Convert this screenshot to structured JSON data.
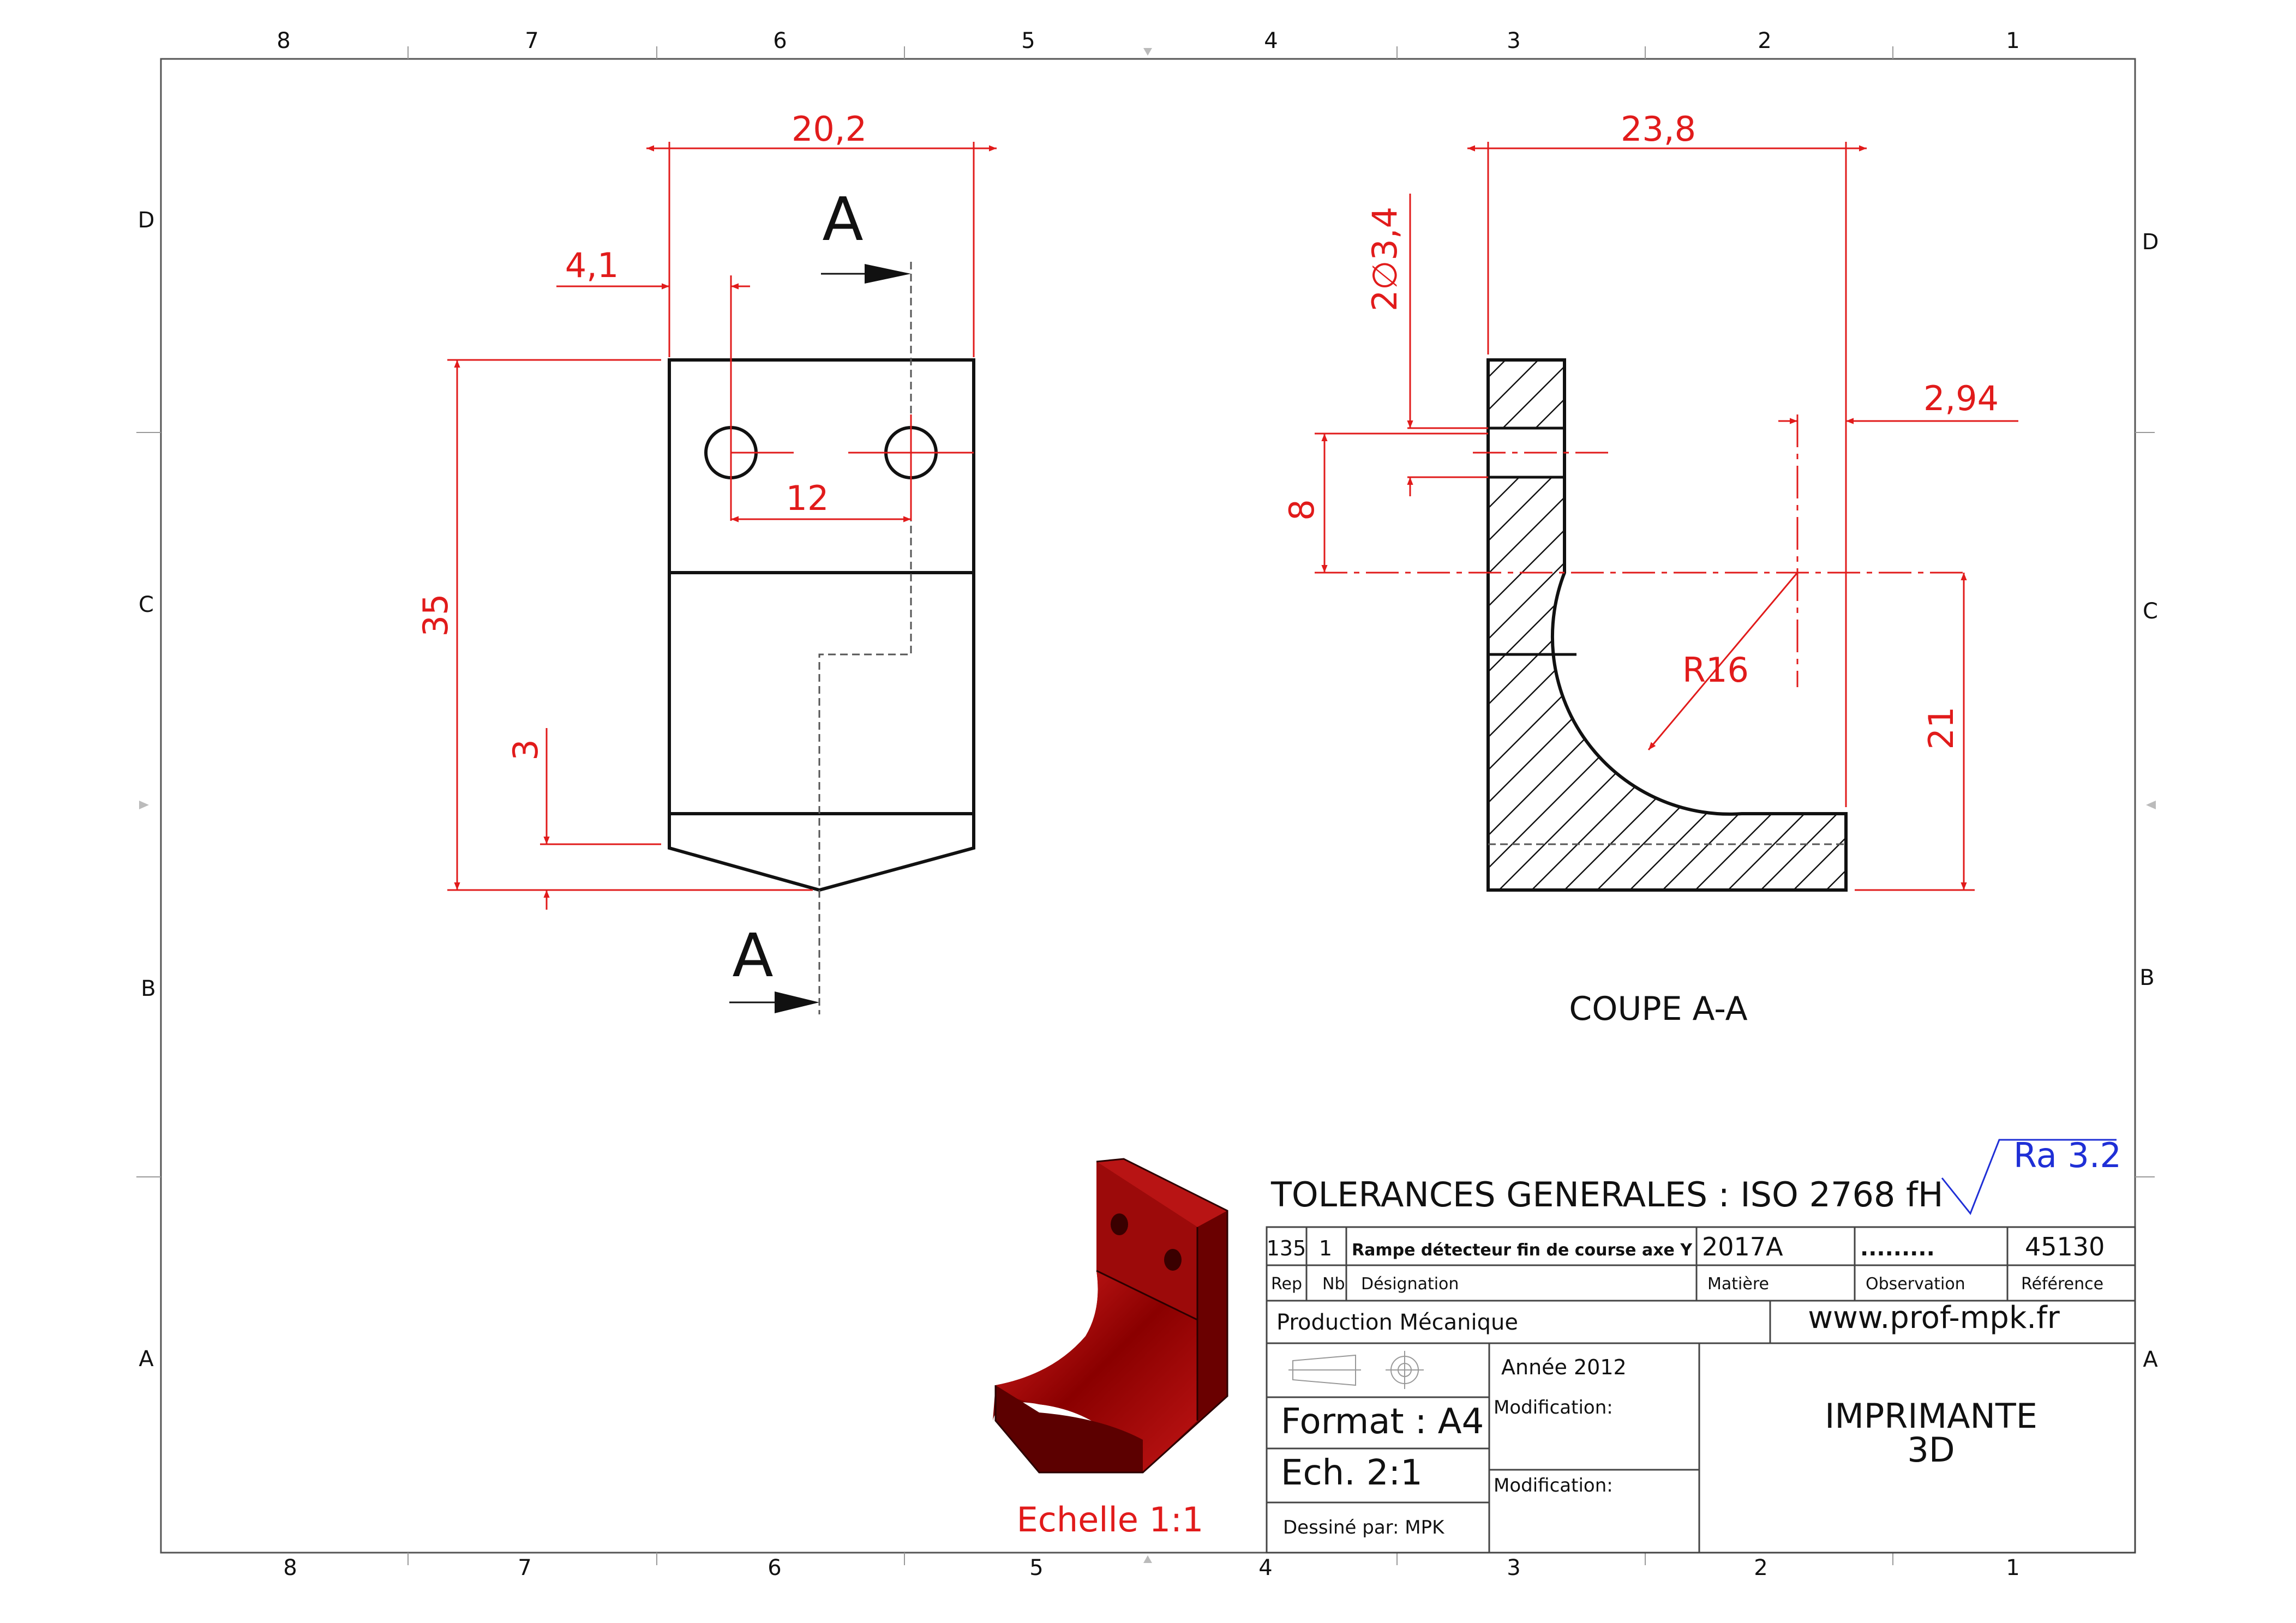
{
  "border": {
    "columns": [
      "8",
      "7",
      "6",
      "5",
      "4",
      "3",
      "2",
      "1"
    ],
    "rows": [
      "D",
      "C",
      "B",
      "A"
    ]
  },
  "front_view": {
    "section_label": "A",
    "dims": {
      "width": "20,2",
      "hole_offset": "4,1",
      "hole_spacing": "12",
      "height": "35",
      "chamfer": "3"
    }
  },
  "section_view": {
    "title": "COUPE A-A",
    "dims": {
      "width": "23,8",
      "holes": "2∅3,4",
      "hole_pos": "8",
      "offset": "2,94",
      "radius": "R16",
      "height": "21"
    }
  },
  "iso_view": {
    "scale_label": "Echelle 1:1",
    "color": "#a30f0f"
  },
  "surface_finish": {
    "value": "Ra 3.2",
    "color": "#1f2fd6"
  },
  "title_block": {
    "tolerances": "TOLERANCES GENERALES : ISO 2768 fH",
    "rep": "135",
    "nb": "1",
    "designation": "Rampe détecteur  fin de course axe Y",
    "matiere": "2017A",
    "observation": ".........",
    "reference": "45130",
    "headers": {
      "rep": "Rep",
      "nb": "Nb",
      "designation": "Désignation",
      "matiere": "Matière",
      "observation": "Observation",
      "reference": "Référence"
    },
    "company": "Production Mécanique",
    "website": "www.prof-mpk.fr",
    "year": "Année 2012",
    "modification1": "Modification:",
    "modification2": "Modification:",
    "format": "Format : A4",
    "scale": "Ech. 2:1",
    "drawn_by": "Dessiné par: MPK",
    "project_line1": "IMPRIMANTE",
    "project_line2": "3D"
  }
}
